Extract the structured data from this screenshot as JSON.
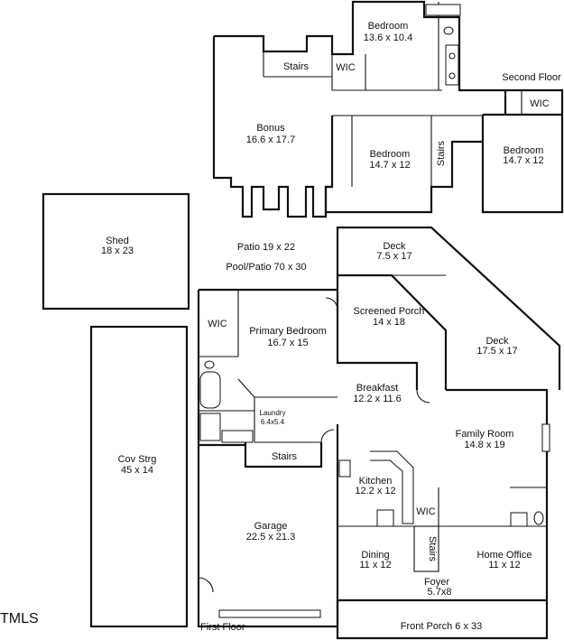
{
  "floors": {
    "second": "Second Floor",
    "first": "First Floor"
  },
  "rooms": {
    "bedroom_top": {
      "name": "Bedroom",
      "dims": "13.6 x 10.4"
    },
    "stairs_upper": "Stairs",
    "wic_upper_mid": "WIC",
    "wic_upper_right": "WIC",
    "bonus": {
      "name": "Bonus",
      "dims": "16.6 x 17.7"
    },
    "bedroom_mid": {
      "name": "Bedroom",
      "dims": "14.7 x 12"
    },
    "stairs_vertical_upper": "Stairs",
    "bedroom_right": {
      "name": "Bedroom",
      "dims": "14.7 x 12"
    },
    "shed": {
      "name": "Shed",
      "dims": "18 x 23"
    },
    "patio": "Patio 19 x 22",
    "pool_patio": "Pool/Patio 70 x 30",
    "deck_top": {
      "name": "Deck",
      "dims": "7.5 x 17"
    },
    "screened_porch": {
      "name": "Screened Porch",
      "dims": "14 x 18"
    },
    "deck_right": {
      "name": "Deck",
      "dims": "17.5 x 17"
    },
    "wic_primary": "WIC",
    "primary_bedroom": {
      "name": "Primary Bedroom",
      "dims": "16.7 x 15"
    },
    "breakfast": {
      "name": "Breakfast",
      "dims": "12.2 x 11.6"
    },
    "laundry": {
      "name": "Laundry",
      "dims": "6.4x5.4"
    },
    "family_room": {
      "name": "Family Room",
      "dims": "14.8 x 19"
    },
    "stairs_lower": "Stairs",
    "cov_strg": {
      "name": "Cov Strg",
      "dims": "45 x 14"
    },
    "kitchen": {
      "name": "Kitchen",
      "dims": "12.2 x 12"
    },
    "wic_kitchen": "WIC",
    "garage": {
      "name": "Garage",
      "dims": "22.5 x 21.3"
    },
    "stairs_vertical_lower": "Stairs",
    "dining": {
      "name": "Dining",
      "dims": "11 x 12"
    },
    "home_office": {
      "name": "Home Office",
      "dims": "11 x 12"
    },
    "foyer": {
      "name": "Foyer",
      "dims": "5.7x8"
    },
    "front_porch": "Front Porch 6 x 33"
  },
  "watermark": "TMLS"
}
